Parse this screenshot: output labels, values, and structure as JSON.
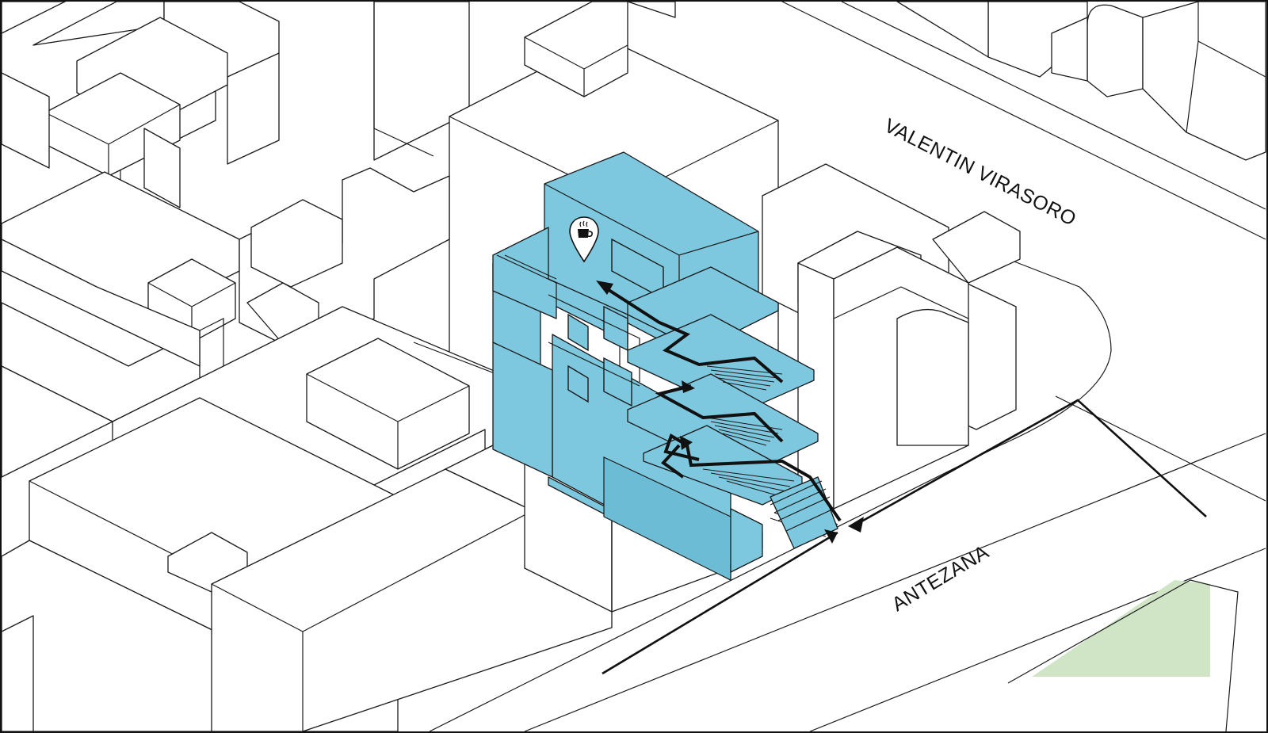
{
  "streets": {
    "north": "VALENTIN VIRASORO",
    "south": "ANTEZANA"
  },
  "icons": {
    "cafe_marker": "coffee-cup-location-pin",
    "route_arrows": "arrow-head"
  },
  "colors": {
    "highlight_building": "#7ec8df",
    "park": "#cfe5c6",
    "line": "#1a1a1a"
  }
}
